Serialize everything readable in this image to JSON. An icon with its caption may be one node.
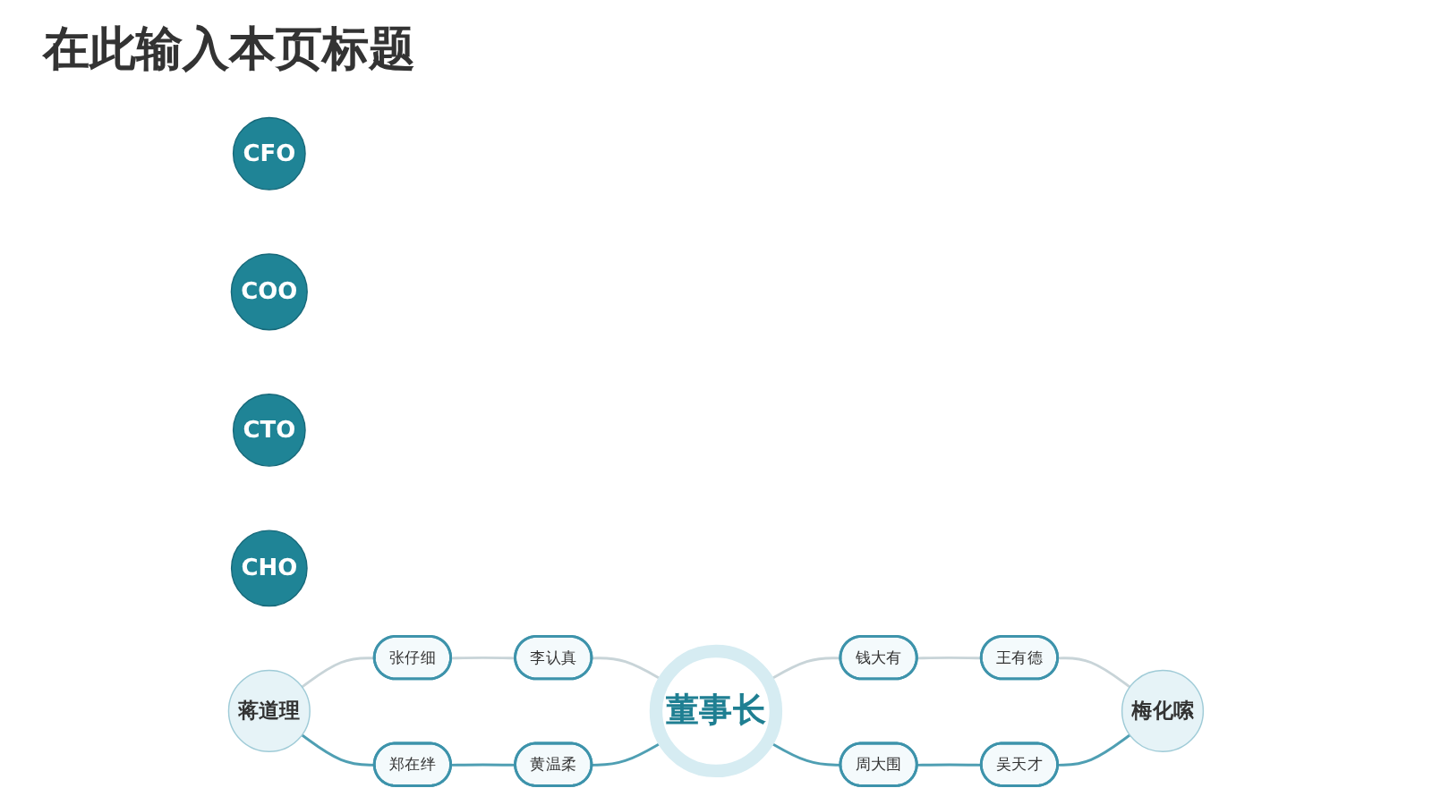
{
  "diagram": {
    "title": "在此输入本页标题",
    "nodes": [
      {
        "text": [
          "董事长"
        ]
      },
      {
        "text": [
          "CFO"
        ]
      },
      {
        "text": [
          "COO"
        ]
      },
      {
        "text": [
          "CTO"
        ]
      },
      {
        "text": [
          "CHO"
        ]
      },
      {
        "text": [
          "蒋道理"
        ]
      },
      {
        "text": [
          "张仔细"
        ]
      },
      {
        "text": [
          "李认真"
        ]
      },
      {
        "text": [
          "郑在绊"
        ]
      },
      {
        "text": [
          "黄温柔"
        ]
      },
      {
        "text": [
          "梅化嗦"
        ]
      },
      {
        "text": [
          "钱大有"
        ]
      },
      {
        "text": [
          "王有德"
        ]
      },
      {
        "text": [
          "周大围"
        ]
      },
      {
        "text": [
          "吴天才"
        ]
      }
    ],
    "edges": [
      {
        "from": 5,
        "to": 6,
        "arrow": "none"
      },
      {
        "from": 6,
        "to": 7,
        "arrow": "none"
      },
      {
        "from": 7,
        "to": 0,
        "arrow": "none"
      },
      {
        "from": 5,
        "to": 8,
        "arrow": "none",
        "color": "#4f9fb3"
      },
      {
        "from": 8,
        "to": 9,
        "arrow": "none",
        "color": "#4f9fb3"
      },
      {
        "from": 9,
        "to": 0,
        "arrow": "none",
        "color": "#4f9fb3"
      },
      {
        "from": 0,
        "to": 11,
        "arrow": "none"
      },
      {
        "from": 11,
        "to": 12,
        "arrow": "none"
      },
      {
        "from": 12,
        "to": 10,
        "arrow": "none"
      },
      {
        "from": 0,
        "to": 13,
        "arrow": "none",
        "color": "#4f9fb3"
      },
      {
        "from": 13,
        "to": 14,
        "arrow": "none",
        "color": "#4f9fb3"
      },
      {
        "from": 14,
        "to": 10,
        "arrow": "none",
        "color": "#4f9fb3"
      }
    ]
  }
}
